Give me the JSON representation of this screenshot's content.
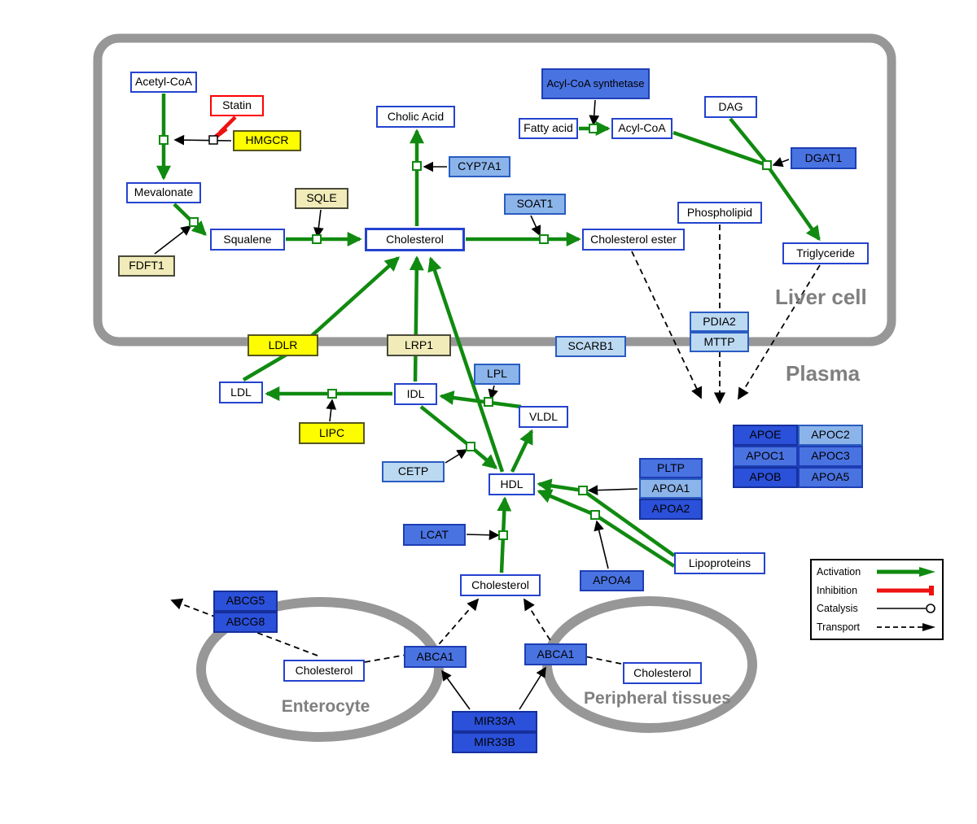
{
  "regions": {
    "liver": "Liver cell",
    "plasma": "Plasma",
    "enterocyte": "Enterocyte",
    "peripheral": "Peripheral tissues"
  },
  "legend": {
    "activation": "Activation",
    "inhibition": "Inhibition",
    "catalysis": "Catalysis",
    "transport": "Transport"
  },
  "nodes": {
    "acetyl_coa": "Acetyl-CoA",
    "statin": "Statin",
    "hmgcr": "HMGCR",
    "mevalonate": "Mevalonate",
    "sqle": "SQLE",
    "fdft1": "FDFT1",
    "squalene": "Squalene",
    "cholesterol": "Cholesterol",
    "cholic_acid": "Cholic Acid",
    "cyp7a1": "CYP7A1",
    "soat1": "SOAT1",
    "cholesterol_ester": "Cholesterol ester",
    "acyl_coa_synthetase": "Acyl-CoA synthetase",
    "fatty_acid": "Fatty acid",
    "acyl_coa": "Acyl-CoA",
    "dag": "DAG",
    "dgat1": "DGAT1",
    "phospholipid": "Phospholipid",
    "triglyceride": "Triglyceride",
    "ldlr": "LDLR",
    "lrp1": "LRP1",
    "scarb1": "SCARB1",
    "pdia2": "PDIA2",
    "mttp": "MTTP",
    "ldl": "LDL",
    "idl": "IDL",
    "lpl": "LPL",
    "vldl": "VLDL",
    "lipc": "LIPC",
    "cetp": "CETP",
    "hdl": "HDL",
    "lcat": "LCAT",
    "pltp": "PLTP",
    "apoa1": "APOA1",
    "apoa2": "APOA2",
    "apoa4": "APOA4",
    "lipoproteins": "Lipoproteins",
    "apoe": "APOE",
    "apoc2": "APOC2",
    "apoc1": "APOC1",
    "apoc3": "APOC3",
    "apob": "APOB",
    "apoa5": "APOA5",
    "cholesterol_plasma": "Cholesterol",
    "abcg5": "ABCG5",
    "abcg8": "ABCG8",
    "abca1_enterocyte": "ABCA1",
    "cholesterol_enterocyte": "Cholesterol",
    "abca1_peripheral": "ABCA1",
    "cholesterol_peripheral": "Cholesterol",
    "mir33a": "MIR33A",
    "mir33b": "MIR33B"
  },
  "colors": {
    "activation_green": "#108a10",
    "inhibition_red": "#ee1111",
    "catalysis_black": "#000000",
    "transport_black": "#000000",
    "membrane_gray": "#979797",
    "region_label_gray": "#7f7f7f",
    "metabolite_border_blue": "#2443cf",
    "enzyme_yellow": "#fdfd00",
    "enzyme_pale_yellow": "#f0ebb8",
    "gene_blue_light": "#bcd9f2",
    "gene_blue_medium": "#8bb4ea",
    "gene_blue": "#4a73e2",
    "gene_blue_dark": "#2b50d9"
  }
}
